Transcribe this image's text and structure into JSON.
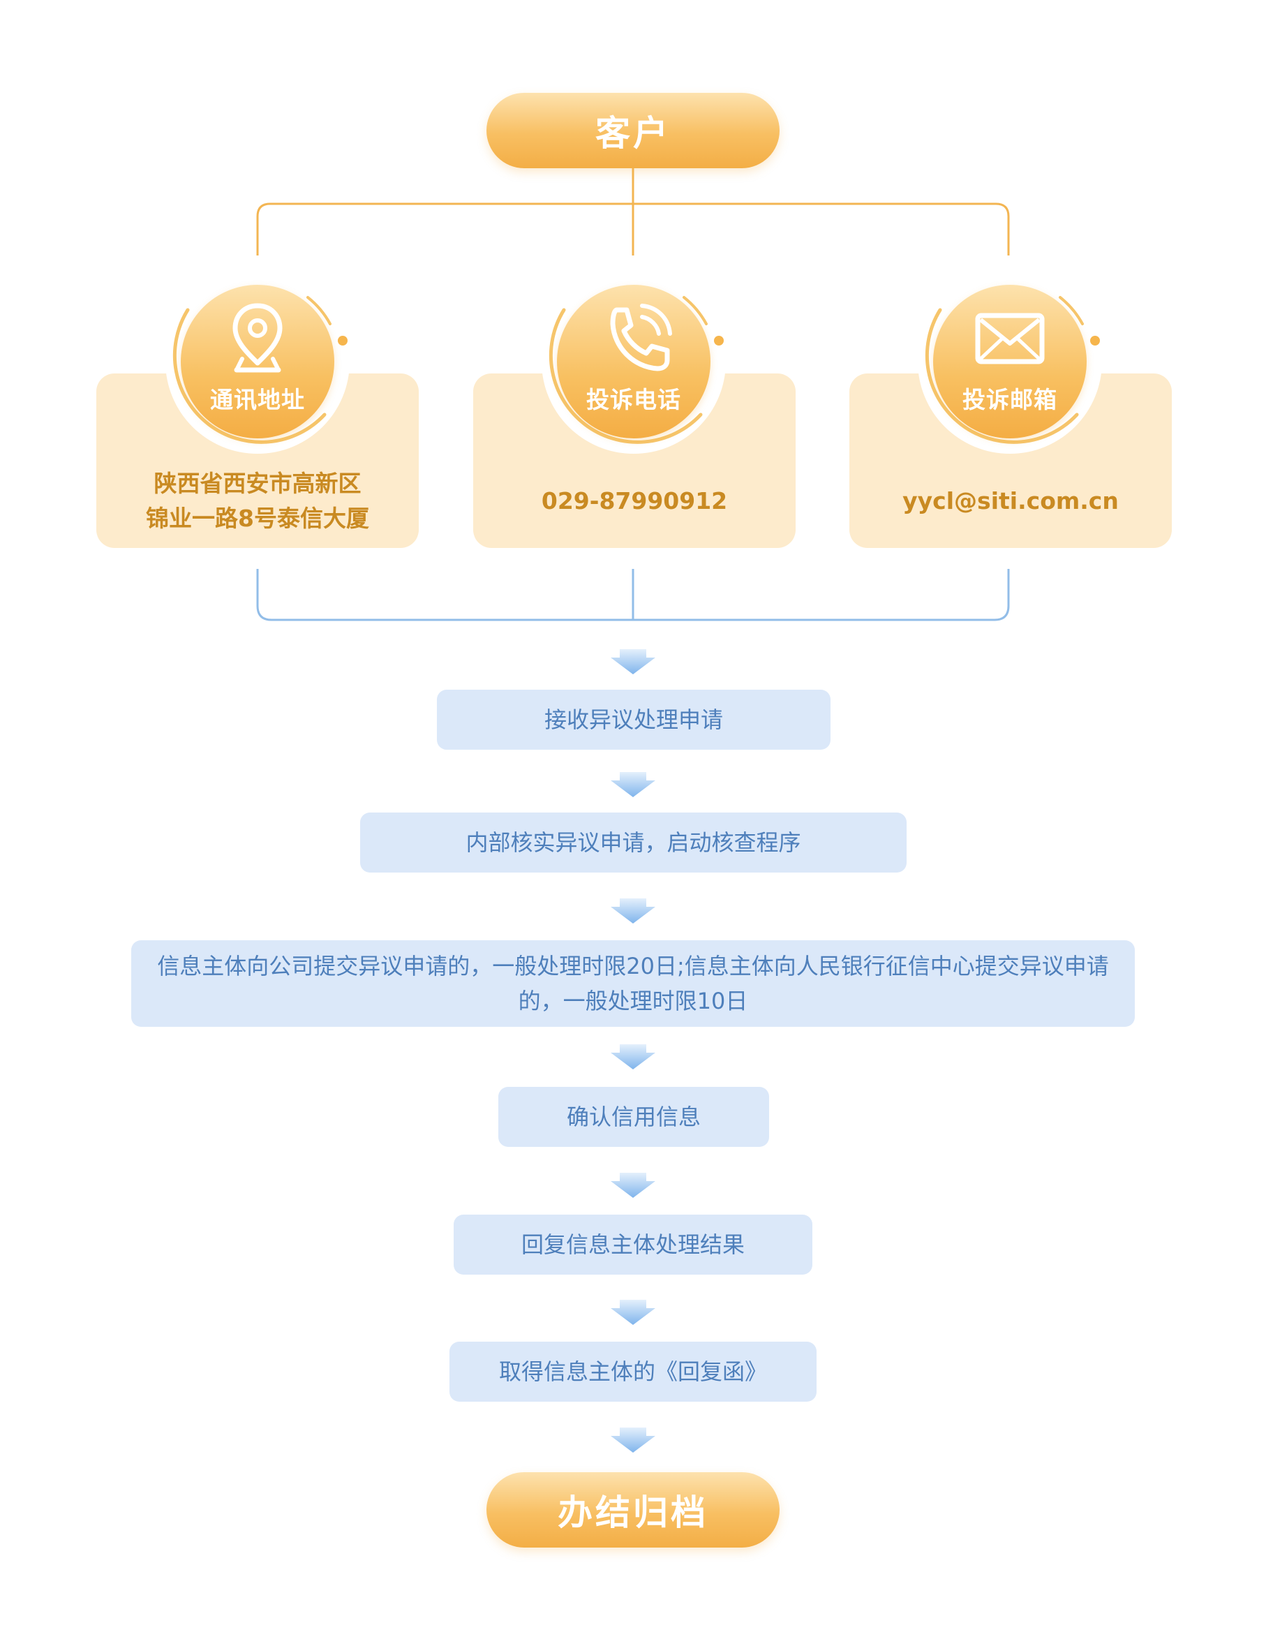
{
  "top_node": "客户",
  "contacts": [
    {
      "label": "通讯地址",
      "icon": "location-pin-icon",
      "value": "陕西省西安市高新区\n锦业一路8号泰信大厦"
    },
    {
      "label": "投诉电话",
      "icon": "phone-call-icon",
      "value": "029-87990912"
    },
    {
      "label": "投诉邮箱",
      "icon": "envelope-icon",
      "value": "yycl@siti.com.cn"
    }
  ],
  "steps": [
    "接收异议处理申请",
    "内部核实异议申请，启动核查程序",
    "信息主体向公司提交异议申请的，一般处理时限20日;信息主体向人民银行征信中心提交异议申请的，一般处理时限10日",
    "确认信用信息",
    "回复信息主体处理结果",
    "取得信息主体的《回复函》"
  ],
  "end_node": "办结归档",
  "colors": {
    "orange_line": "#f3b552",
    "orange_text": "#c98a22",
    "card_fill": "#fdebcc",
    "blue_line": "#92bde8",
    "step_fill": "#dbe8f9",
    "step_text": "#4e7fbb",
    "arrow": "#8fbfef"
  }
}
